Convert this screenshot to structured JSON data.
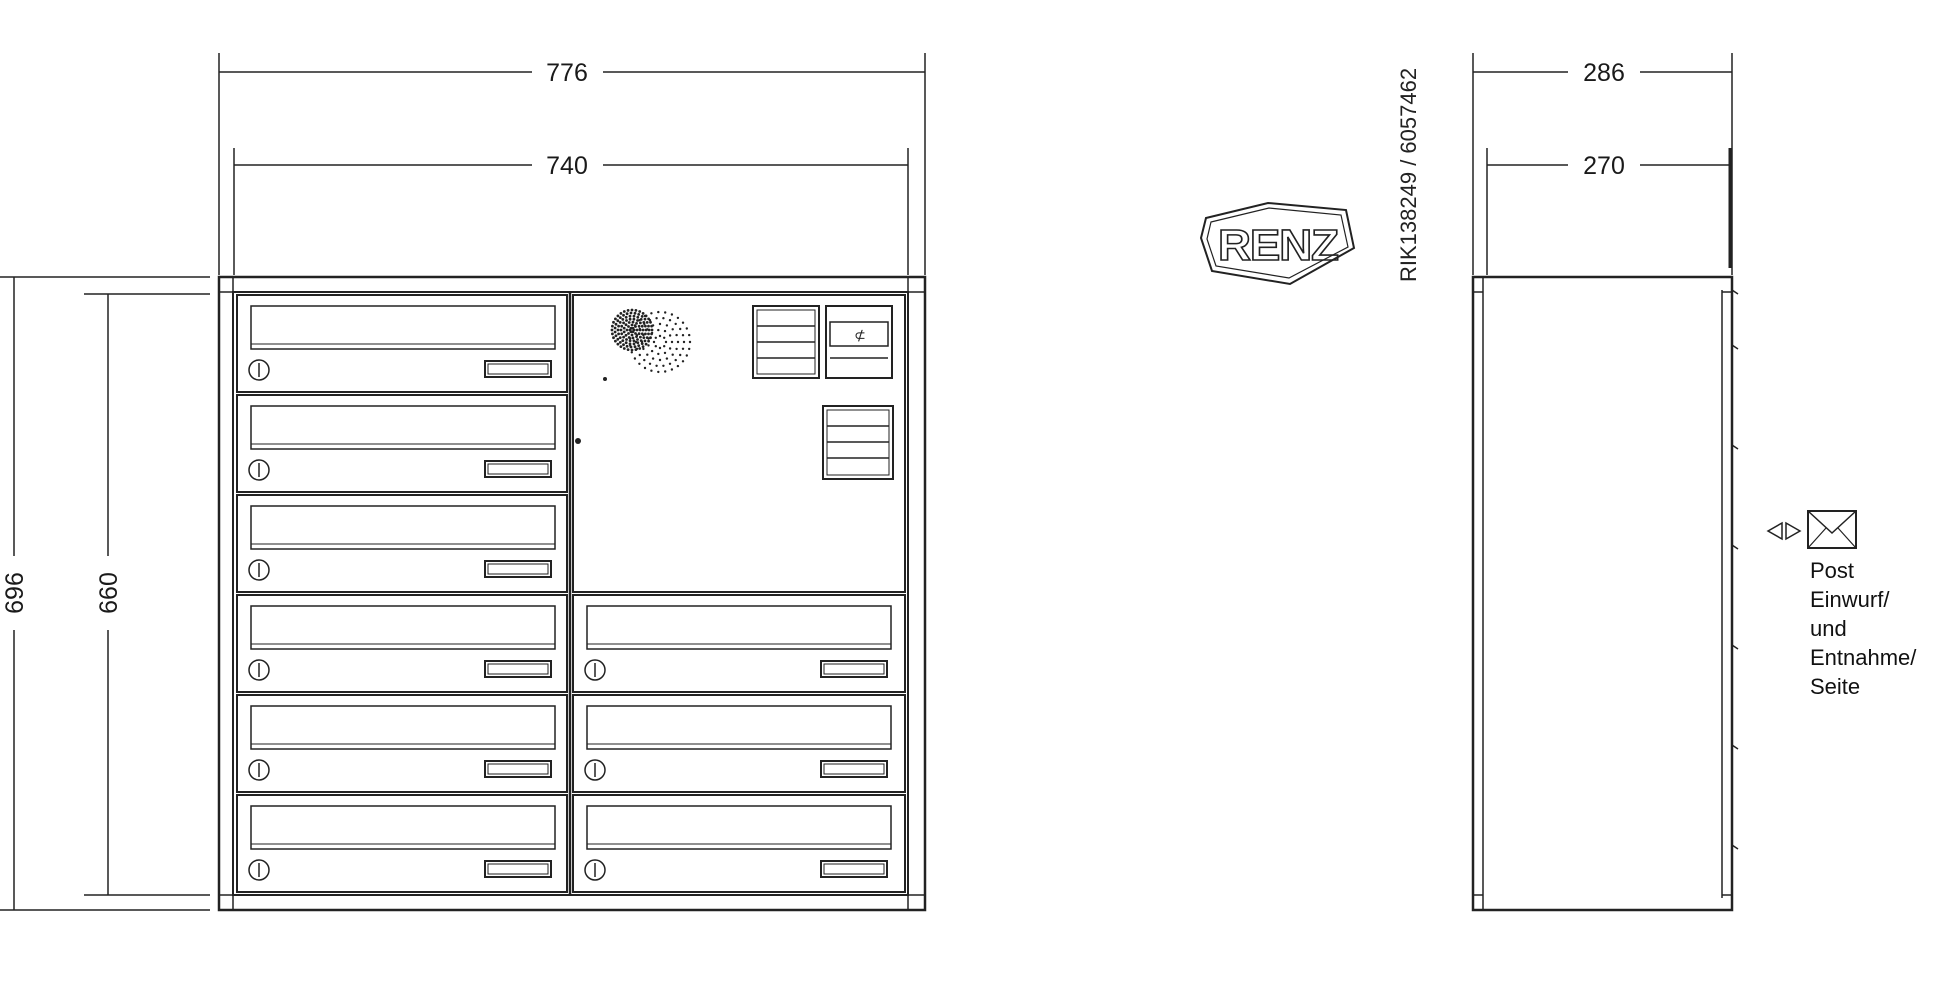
{
  "front_view": {
    "width_outer": "776",
    "width_inner": "740",
    "height_outer": "696",
    "height_inner": "660"
  },
  "side_view": {
    "depth_outer": "286",
    "depth_inner": "270",
    "post_label_lines": [
      "Post",
      "Einwurf/",
      "und",
      "Entnahme/",
      "Seite"
    ]
  },
  "logo": {
    "text": "RENZ"
  },
  "product_code": "RIK138249 / 6057462",
  "colors": {
    "line": "#222222",
    "background": "#ffffff"
  },
  "mailboxes": {
    "left_column_count": 6,
    "right_column_count": 3
  }
}
